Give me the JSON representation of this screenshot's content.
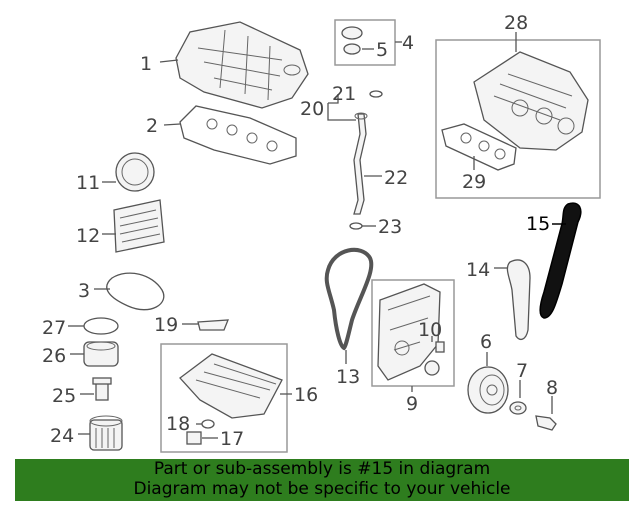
{
  "diagram": {
    "callouts": {
      "c1": "1",
      "c2": "2",
      "c3": "3",
      "c4": "4",
      "c5": "5",
      "c6": "6",
      "c7": "7",
      "c8": "8",
      "c9": "9",
      "c10": "10",
      "c11": "11",
      "c12": "12",
      "c13": "13",
      "c14": "14",
      "c15": "15",
      "c16": "16",
      "c17": "17",
      "c18": "18",
      "c19": "19",
      "c20": "20",
      "c21": "21",
      "c22": "22",
      "c23": "23",
      "c24": "24",
      "c25": "25",
      "c26": "26",
      "c27": "27",
      "c28": "28",
      "c29": "29"
    },
    "highlighted_part": "15",
    "highlight_color": "#000000"
  },
  "banner": {
    "line1": "Part or sub-assembly is #15 in diagram",
    "line2": "Diagram may not be specific to your vehicle",
    "background": "#2e7d1e"
  }
}
